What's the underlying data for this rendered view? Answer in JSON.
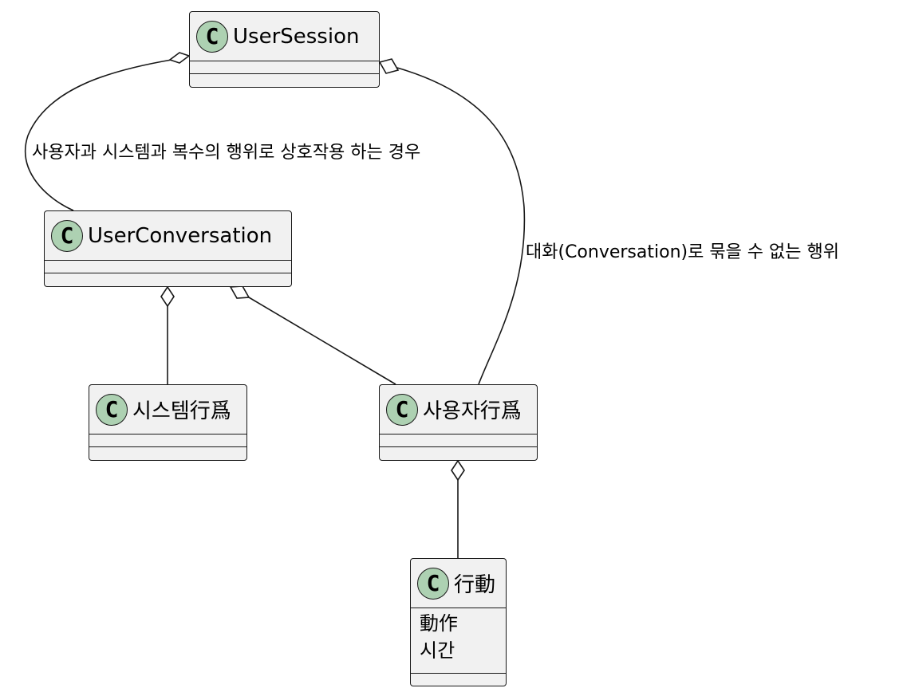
{
  "classes": {
    "user_session": {
      "name": "UserSession",
      "badge": "C"
    },
    "user_conversation": {
      "name": "UserConversation",
      "badge": "C"
    },
    "system_action": {
      "name": "시스템行爲",
      "badge": "C"
    },
    "user_action": {
      "name": "사용자行爲",
      "badge": "C"
    },
    "action": {
      "name": "行動",
      "badge": "C",
      "attributes": [
        "動作",
        "시간"
      ]
    }
  },
  "relations": {
    "session_conversation_label": "사용자과 시스템과 복수의 행위로 상호작용 하는 경우",
    "session_user_action_label": "대화(Conversation)로 묶을 수 없는 행위"
  },
  "colors": {
    "class_fill": "#f1f1f1",
    "badge_fill": "#add1b2",
    "line": "#181818"
  }
}
